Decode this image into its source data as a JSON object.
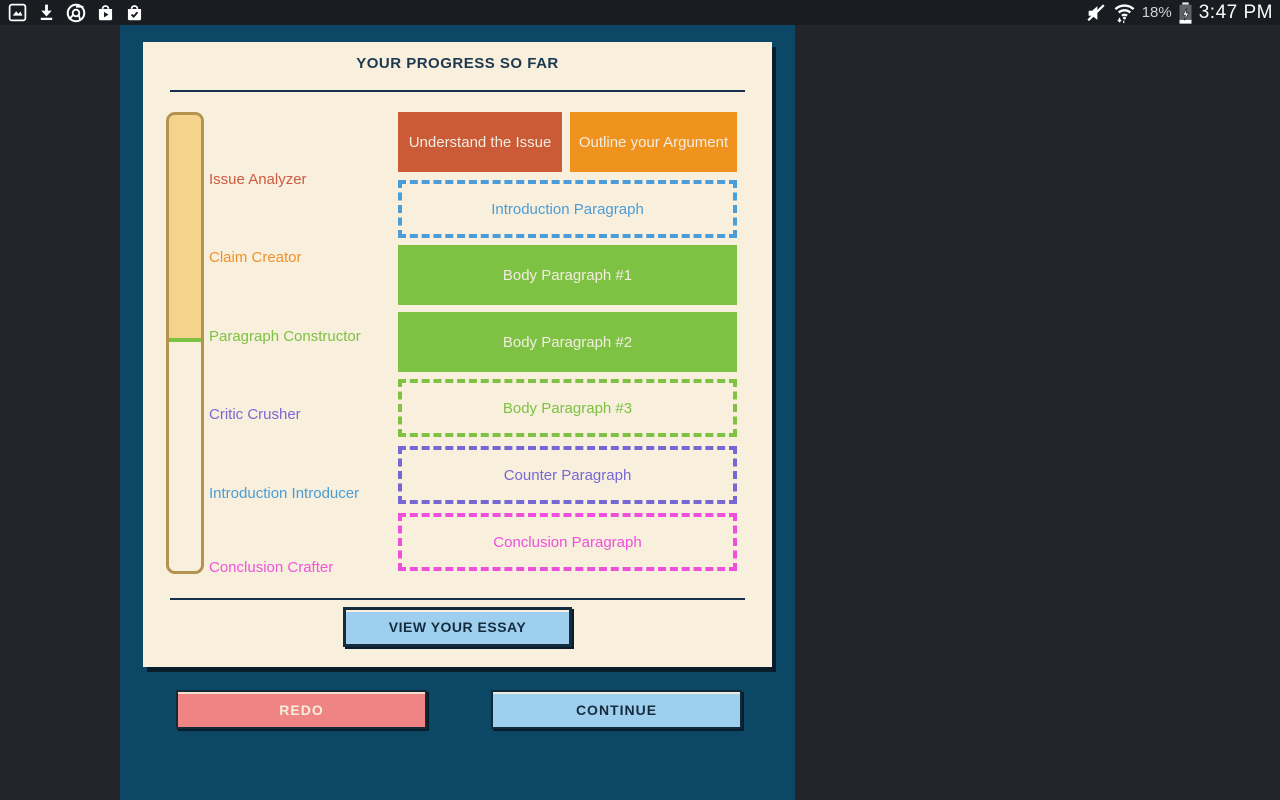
{
  "status_bar": {
    "battery_level": "18%",
    "time": "3:47 PM",
    "left_icons": [
      "gallery-icon",
      "download-icon",
      "chrome-icon",
      "play-store-icon",
      "bag-check-icon"
    ],
    "right_icons": [
      "volume-muted-icon",
      "wifi-icon",
      "battery-charging-icon"
    ]
  },
  "card": {
    "title": "YOUR PROGRESS SO FAR",
    "progress_meter": {
      "fill_fraction": 0.49,
      "fill_color": "#f5d38c",
      "marker_color": "#7dc242",
      "border_color": "#b2944e"
    },
    "steps": [
      {
        "label": "Issue Analyzer",
        "color": "#cd5b41"
      },
      {
        "label": "Claim Creator",
        "color": "#f0922a"
      },
      {
        "label": "Paragraph Constructor",
        "color": "#7dc242"
      },
      {
        "label": "Critic Crusher",
        "color": "#7b68d8"
      },
      {
        "label": "Introduction Introducer",
        "color": "#4a9dd8"
      },
      {
        "label": "Conclusion Crafter",
        "color": "#ee55dd"
      }
    ],
    "boxes": [
      {
        "label": "Understand the Issue",
        "state": "complete",
        "color": "#cb5a36"
      },
      {
        "label": "Outline your Argument",
        "state": "complete",
        "color": "#f0931e"
      },
      {
        "label": "Introduction Paragraph",
        "state": "pending",
        "color": "#4a9dd8"
      },
      {
        "label": "Body Paragraph #1",
        "state": "complete",
        "color": "#7dc242"
      },
      {
        "label": "Body Paragraph #2",
        "state": "complete",
        "color": "#7dc242"
      },
      {
        "label": "Body Paragraph #3",
        "state": "pending",
        "color": "#7dc242"
      },
      {
        "label": "Counter Paragraph",
        "state": "pending",
        "color": "#7668d4"
      },
      {
        "label": "Conclusion Paragraph",
        "state": "pending",
        "color": "#ee50dc"
      }
    ],
    "view_essay_label": "VIEW YOUR ESSAY"
  },
  "footer": {
    "redo_label": "REDO",
    "continue_label": "CONTINUE"
  },
  "colors": {
    "outer_background": "#22262a",
    "status_bar": "#191d21",
    "panel": "#0d4766",
    "card": "#f8efdc",
    "title_text": "#1d3950",
    "button_blue": "#9fcfee",
    "button_red": "#ef8484"
  }
}
